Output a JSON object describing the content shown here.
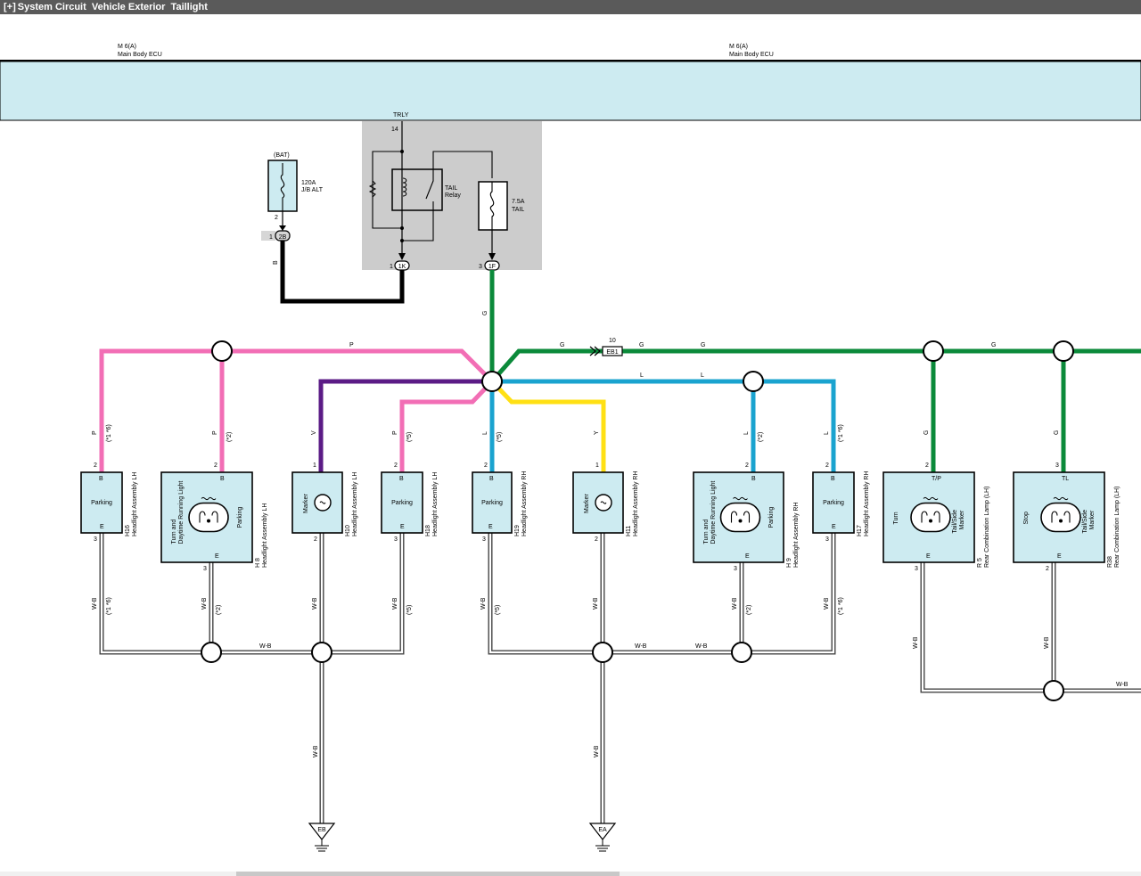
{
  "title_bar": {
    "toggle": "[+]",
    "title": "System Circuit  Vehicle Exterior  Taillight"
  },
  "ecu": {
    "left_code": "M 6(A)",
    "left_name": "Main Body ECU",
    "right_code": "M 6(A)",
    "right_name": "Main Body ECU"
  },
  "relay_block": {
    "trly_label": "TRLY",
    "trly_pin": "14",
    "relay_label_1": "TAIL",
    "relay_label_2": "Relay",
    "fuse_rating": "7.5A",
    "fuse_name": "TAIL",
    "pin_1k_num": "1",
    "pin_1k": "1K",
    "pin_1f_num": "3",
    "pin_1f": "1F"
  },
  "bat_fuse": {
    "label": "(BAT)",
    "rating": "120A",
    "name": "J/B ALT",
    "pin": "2",
    "conn_num": "1",
    "conn": "2B",
    "wire": "B"
  },
  "bus_labels": {
    "p_top": "P",
    "g_main": "G",
    "g_vertical": "G",
    "g_a": "G",
    "g_b": "G",
    "g_c": "G",
    "l_a": "L",
    "l_b": "L",
    "eb1_num": "10",
    "eb1": "EB1",
    "wb_left": "W-B",
    "wb_right_a": "W-B",
    "wb_right_b": "W-B",
    "wb_far": "W-B"
  },
  "components": [
    {
      "code": "H16",
      "name": "Headlight Assembly LH",
      "inner": "Parking",
      "top_term": "B",
      "bottom_term": "E",
      "top_pin": "2",
      "bottom_pin": "3",
      "top_wire": "P",
      "top_note": "(*1 *6)",
      "bottom_wire": "W-B",
      "bottom_note": "(*1 *6)"
    },
    {
      "code": "H 8",
      "name": "Headlight Assembly LH",
      "inner_left": "Turn and Daytime Running Light",
      "inner_right": "Parking",
      "top_term": "B",
      "bottom_term": "E",
      "top_pin": "2",
      "bottom_pin": "3",
      "top_wire": "P",
      "top_note": "(*2)",
      "bottom_wire": "W-B",
      "bottom_note": "(*2)"
    },
    {
      "code": "H10",
      "name": "Headlight Assembly LH",
      "inner": "Marker",
      "top_pin": "1",
      "bottom_pin": "2",
      "top_wire": "V",
      "bottom_wire": "W-B"
    },
    {
      "code": "H18",
      "name": "Headlight Assembly LH",
      "inner": "Parking",
      "top_term": "B",
      "bottom_term": "E",
      "top_pin": "2",
      "bottom_pin": "3",
      "top_wire": "P",
      "top_note": "(*5)",
      "bottom_wire": "W-B",
      "bottom_note": "(*5)"
    },
    {
      "code": "H19",
      "name": "Headlight Assembly RH",
      "inner": "Parking",
      "top_term": "B",
      "bottom_term": "E",
      "top_pin": "2",
      "bottom_pin": "3",
      "top_wire": "L",
      "top_note": "(*5)",
      "bottom_wire": "W-B",
      "bottom_note": "(*5)"
    },
    {
      "code": "H11",
      "name": "Headlight Assembly RH",
      "inner": "Marker",
      "top_pin": "1",
      "bottom_pin": "2",
      "top_wire": "Y",
      "bottom_wire": "W-B"
    },
    {
      "code": "H 9",
      "name": "Headlight Assembly RH",
      "inner_left": "Turn and Daytime Running Light",
      "inner_right": "Parking",
      "top_term": "B",
      "bottom_term": "E",
      "top_pin": "2",
      "bottom_pin": "3",
      "top_wire": "L",
      "top_note": "(*2)",
      "bottom_wire": "W-B",
      "bottom_note": "(*2)"
    },
    {
      "code": "H17",
      "name": "Headlight Assembly RH",
      "inner": "Parking",
      "top_term": "B",
      "bottom_term": "E",
      "top_pin": "2",
      "bottom_pin": "3",
      "top_wire": "L",
      "top_note": "(*1 *6)",
      "bottom_wire": "W-B",
      "bottom_note": "(*1 *6)"
    },
    {
      "code": "R 5",
      "name": "Rear Combination Lamp (LH)",
      "inner_left": "Turn",
      "inner_right": "Tail/Side Marker",
      "top_term": "T/P",
      "bottom_term": "E",
      "top_pin": "2",
      "bottom_pin": "3",
      "top_wire": "G",
      "bottom_wire": "W-B"
    },
    {
      "code": "R38",
      "name": "Rear Combination Lamp (LH)",
      "inner_left": "Stop",
      "inner_right": "Tail/Side Marker",
      "top_term": "TL",
      "bottom_term": "E",
      "top_pin": "3",
      "bottom_pin": "2",
      "top_wire": "G",
      "bottom_wire": "W-B"
    }
  ],
  "grounds": {
    "left_wire": "W-B",
    "left": "EB",
    "right_wire": "W-B",
    "right": "EA"
  },
  "colors": {
    "title_bar": "#5a5a5a",
    "ecu_fill": "#cdebf1",
    "relay_block_fill": "#cccccc",
    "component_fill": "#cdebf1",
    "wire_pink": "#f26eb5",
    "wire_green": "#0b8a3a",
    "wire_blue": "#1aa3cf",
    "wire_violet": "#5b1b86",
    "wire_yellow": "#ffe014",
    "wire_black": "#000000"
  }
}
